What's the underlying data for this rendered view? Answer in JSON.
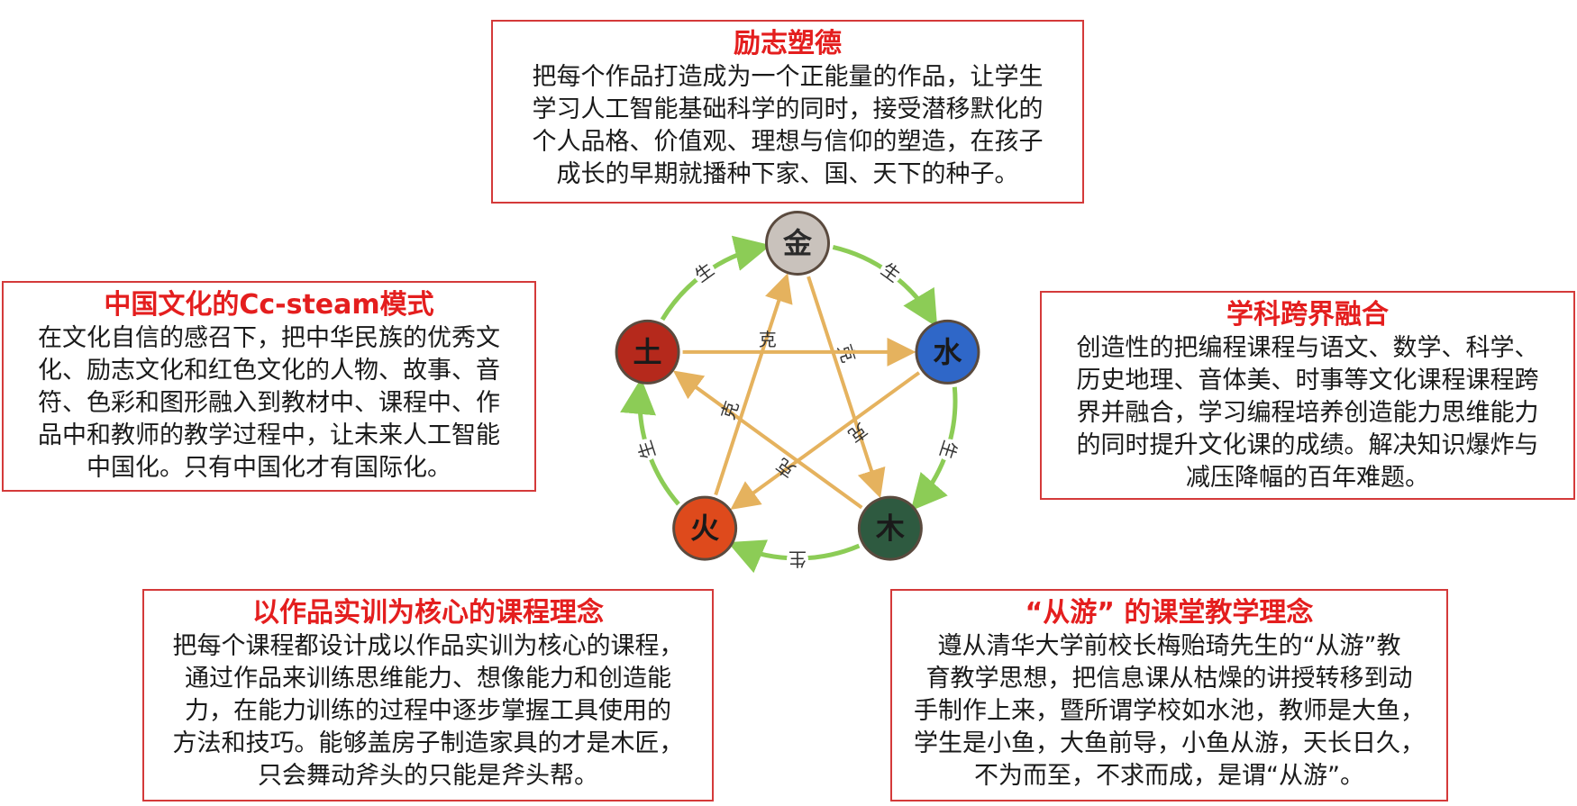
{
  "boxes": {
    "top": {
      "title": "励志塑德",
      "lines": [
        "把每个作品打造成为一个正能量的作品，让学生",
        "学习人工智能基础科学的同时，接受潜移默化的",
        "个人品格、价值观、理想与信仰的塑造，在孩子",
        "成长的早期就播种下家、国、天下的种子。"
      ]
    },
    "left": {
      "title": "中国文化的Cc-steam模式",
      "lines": [
        "在文化自信的感召下，把中华民族的优秀文",
        "化、励志文化和红色文化的人物、故事、音",
        "符、色彩和图形融入到教材中、课程中、作",
        "品中和教师的教学过程中，让未来人工智能",
        "中国化。只有中国化才有国际化。"
      ]
    },
    "right": {
      "title": "学科跨界融合",
      "lines": [
        "创造性的把编程课程与语文、数学、科学、",
        "历史地理、音体美、时事等文化课程课程跨",
        "界并融合，学习编程培养创造能力思维能力",
        "的同时提升文化课的成绩。解决知识爆炸与",
        "减压降幅的百年难题。"
      ]
    },
    "bottom_left": {
      "title": "以作品实训为核心的课程理念",
      "lines": [
        "把每个课程都设计成以作品实训为核心的课程，",
        "通过作品来训练思维能力、想像能力和创造能",
        "力，在能力训练的过程中逐步掌握工具使用的",
        "方法和技巧。能够盖房子制造家具的才是木匠，",
        "只会舞动斧头的只能是斧头帮。"
      ]
    },
    "bottom_right": {
      "title": "“从游” 的课堂教学理念",
      "lines": [
        "遵从清华大学前校长梅贻琦先生的“从游”教",
        "育教学思想，把信息课从枯燥的讲授转移到动",
        "手制作上来，暨所谓学校如水池，教师是大鱼，",
        "学生是小鱼，大鱼前导，小鱼从游，天长日久，",
        "不为而至，不求而成，是谓“从游”。"
      ]
    }
  },
  "wuxing": {
    "nodes": [
      {
        "id": "metal",
        "glyph": "金",
        "color": "#c9c2bc"
      },
      {
        "id": "water",
        "glyph": "水",
        "color": "#2f67c8"
      },
      {
        "id": "wood",
        "glyph": "木",
        "color": "#2e5a40"
      },
      {
        "id": "fire",
        "glyph": "火",
        "color": "#de4a1c"
      },
      {
        "id": "earth",
        "glyph": "土",
        "color": "#b5291c"
      }
    ],
    "generate_label": "生",
    "overcome_label": "克",
    "generate_color": "#8ccc56",
    "overcome_color": "#e5b25e"
  }
}
